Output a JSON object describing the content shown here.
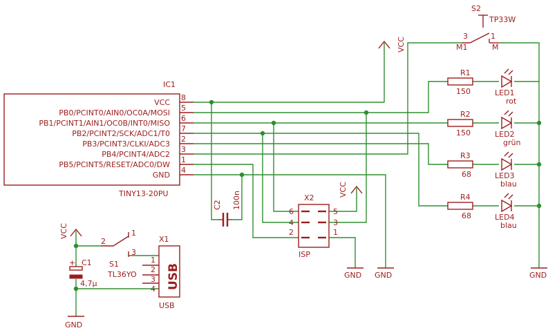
{
  "ic1": {
    "ref": "IC1",
    "part": "TINY13-20PU",
    "pins": [
      {
        "name": "VCC",
        "num": "8"
      },
      {
        "name": "PB0/PCINT0/AIN0/OC0A/MOSI",
        "num": "5"
      },
      {
        "name": "PB1/PCINT1/AIN1/OC0B/INT0/MISO",
        "num": "6"
      },
      {
        "name": "PB2/PCINT2/SCK/ADC1/T0",
        "num": "7"
      },
      {
        "name": "PB3/PCINT3/CLKI/ADC3",
        "num": "2"
      },
      {
        "name": "PB4/PCINT4/ADC2",
        "num": "3"
      },
      {
        "name": "PB5/PCINT5/RESET/ADC0/DW",
        "num": "1"
      },
      {
        "name": "GND",
        "num": "4"
      }
    ]
  },
  "c2": {
    "ref": "C2",
    "value": "100n"
  },
  "x2": {
    "ref": "X2",
    "name": "ISP",
    "pins": [
      "6",
      "5",
      "4",
      "3",
      "2",
      "1"
    ]
  },
  "s2": {
    "ref": "S2",
    "part": "TP33W",
    "pin3": "3",
    "pin1": "1",
    "m1": "M1",
    "m": "M"
  },
  "rows": [
    {
      "r": "R1",
      "rv": "150",
      "led": "LED1",
      "color": "rot"
    },
    {
      "r": "R2",
      "rv": "150",
      "led": "LED2",
      "color": "grün"
    },
    {
      "r": "R3",
      "rv": "68",
      "led": "LED3",
      "color": "blau"
    },
    {
      "r": "R4",
      "rv": "68",
      "led": "LED4",
      "color": "blau"
    }
  ],
  "c1": {
    "ref": "C1",
    "value": "4,7µ",
    "plus": "+"
  },
  "s1": {
    "ref": "S1",
    "part": "TL36YO",
    "pin1": "1",
    "pin2": "2",
    "pin3": "3"
  },
  "x1": {
    "ref": "X1",
    "name": "USB",
    "label": "USB",
    "pins": [
      "1",
      "2",
      "3",
      "4"
    ]
  },
  "nets": {
    "vcc": "VCC",
    "gnd": "GND"
  }
}
